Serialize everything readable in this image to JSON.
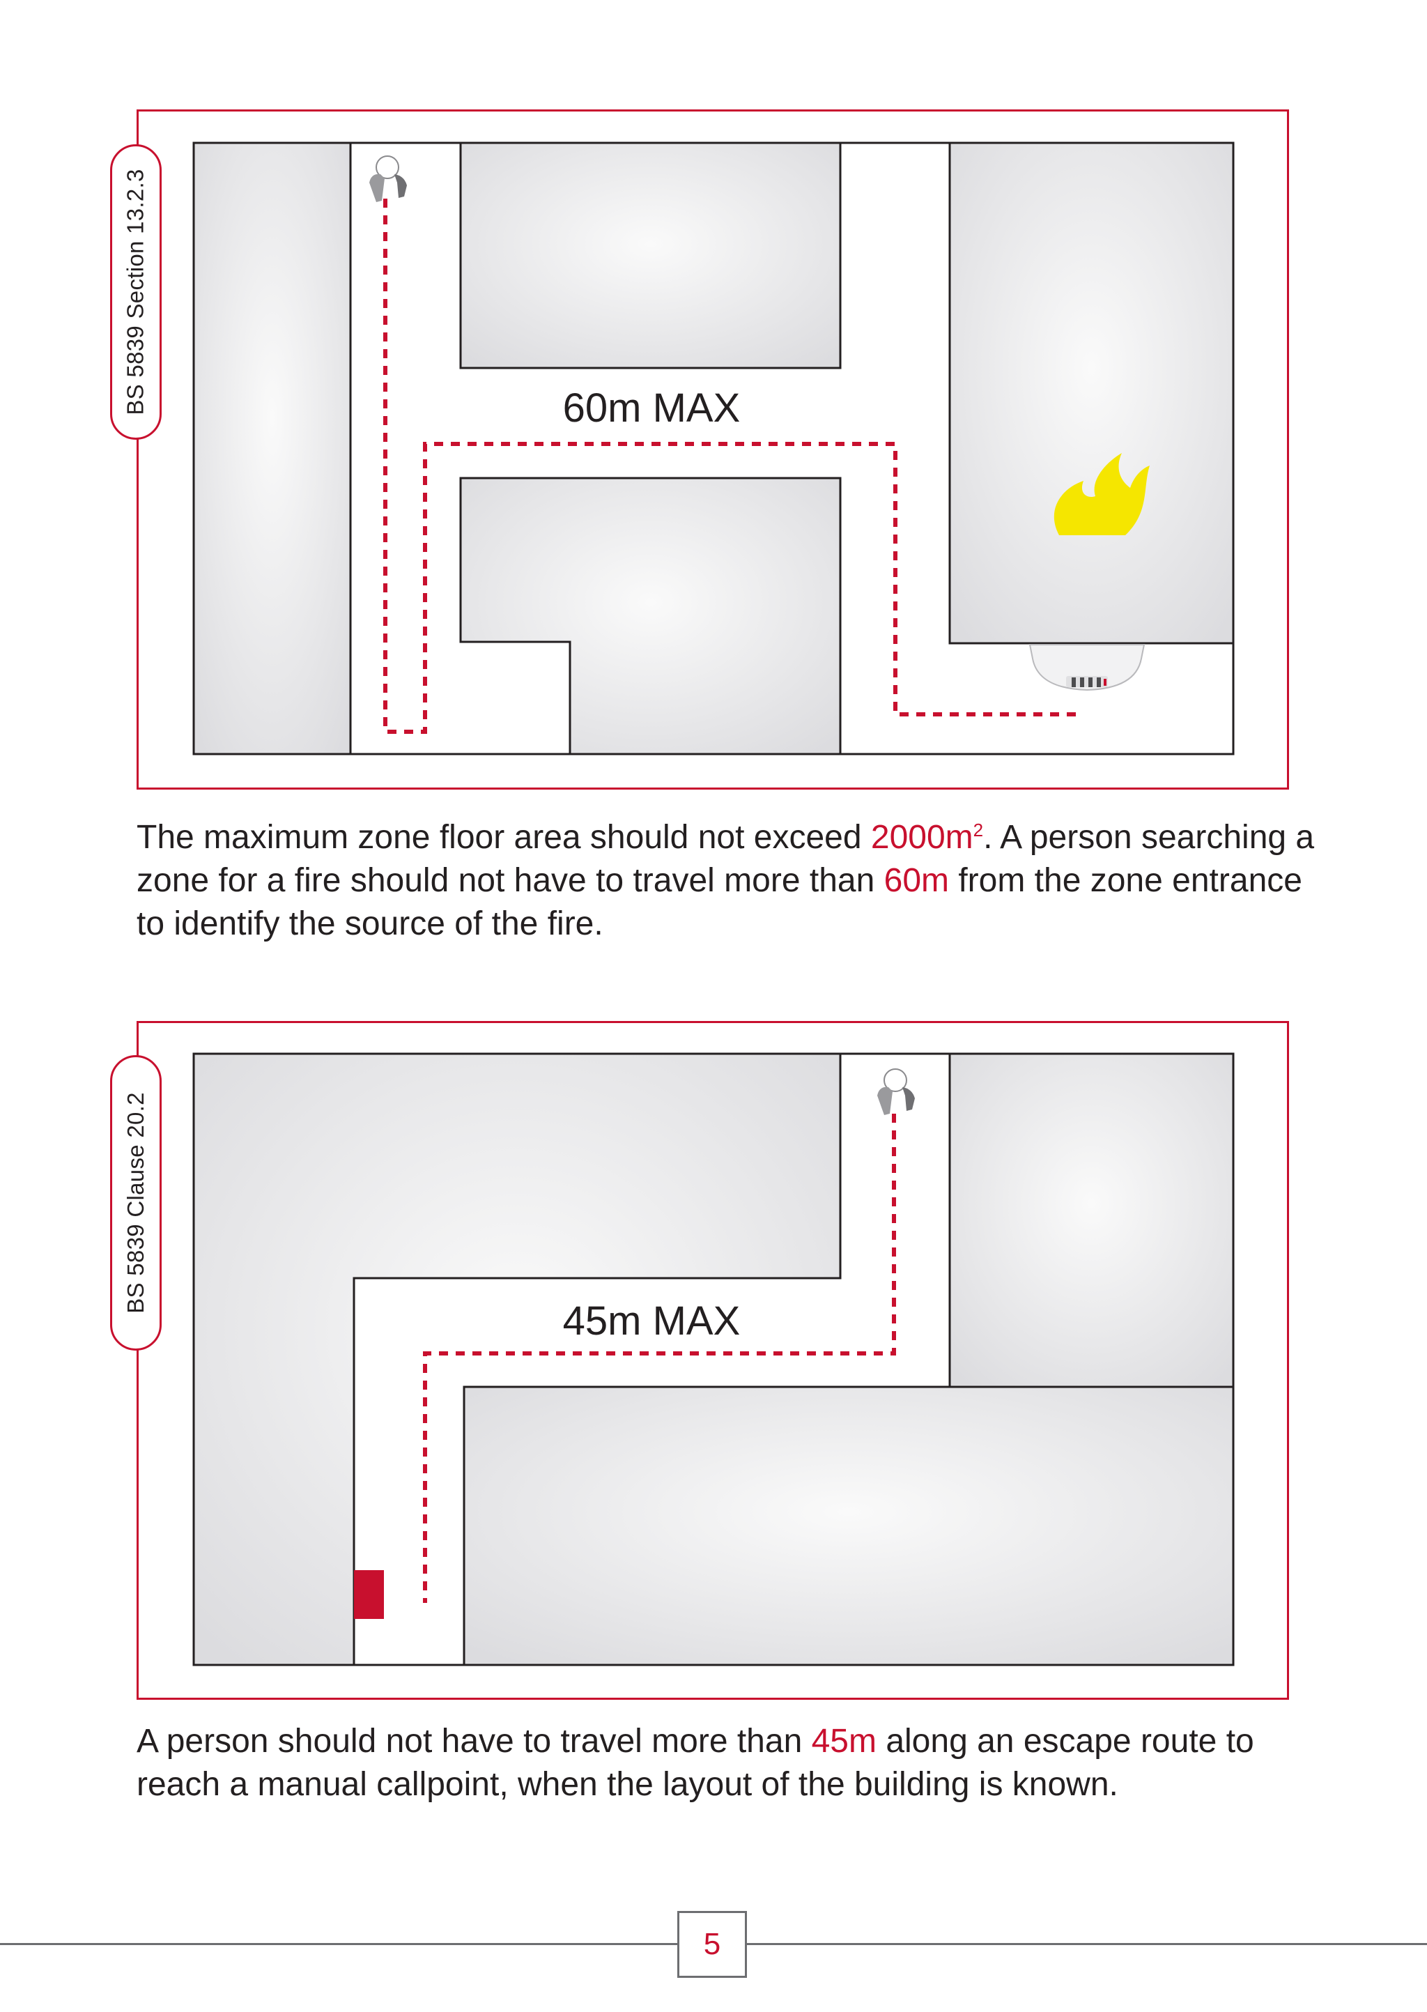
{
  "diagram1": {
    "reference": "BS 5839 Section 13.2.3",
    "distance_label": "60m MAX"
  },
  "description1": {
    "part1": "The maximum zone floor area should not exceed ",
    "area_value": "2000m",
    "area_superscript": "2",
    "part2": ". A person searching a zone for a fire should not have to travel more than ",
    "distance_value": "60m",
    "part3": " from the zone entrance to identify the source of the fire."
  },
  "diagram2": {
    "reference": "BS 5839 Clause 20.2",
    "distance_label": "45m MAX"
  },
  "description2": {
    "part1": "A person should not have to travel more than ",
    "distance_value": "45m",
    "part2": " along an escape route to reach a manual callpoint, when the layout of the building is known."
  },
  "footer": {
    "page_number": "5"
  },
  "colors": {
    "accent": "#c8102e",
    "room_fill": "#e6e6e8",
    "flame": "#f5e600",
    "text": "#231f20"
  },
  "icons": [
    "person-icon",
    "flame-icon",
    "smoke-detector-icon",
    "manual-callpoint-icon"
  ]
}
